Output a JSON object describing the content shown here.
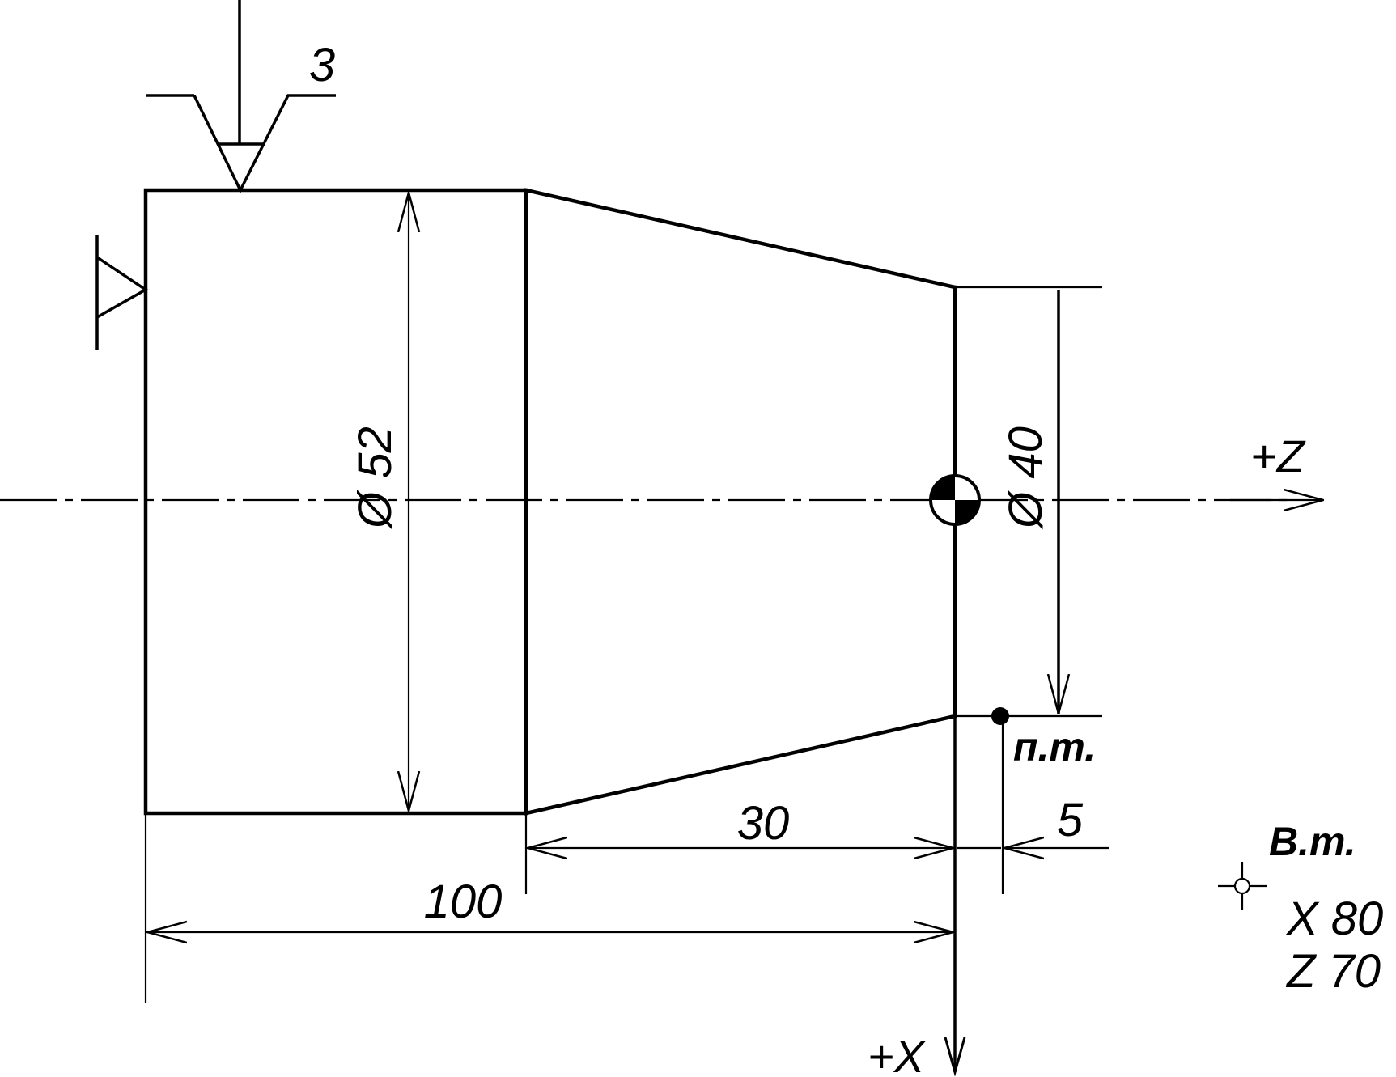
{
  "roughness": {
    "value": "3"
  },
  "dimensions": {
    "dia_large": "Ø 52",
    "dia_small": "Ø 40",
    "len_taper": "30",
    "len_approach": "5",
    "len_total": "100"
  },
  "axes": {
    "z_label": "+Z",
    "x_label": "+X"
  },
  "points": {
    "start_point": "п.т.",
    "tool_change_point": "В.т.",
    "tool_change_x": "X 80",
    "tool_change_z": "Z 70"
  },
  "icons": {
    "workpiece_zero": "zero-point-icon",
    "tool_change": "crosshair-icon",
    "datum": "datum-triangle-icon",
    "roughness": "roughness-symbol-icon"
  },
  "colors": {
    "line": "#000000",
    "background": "#ffffff"
  }
}
